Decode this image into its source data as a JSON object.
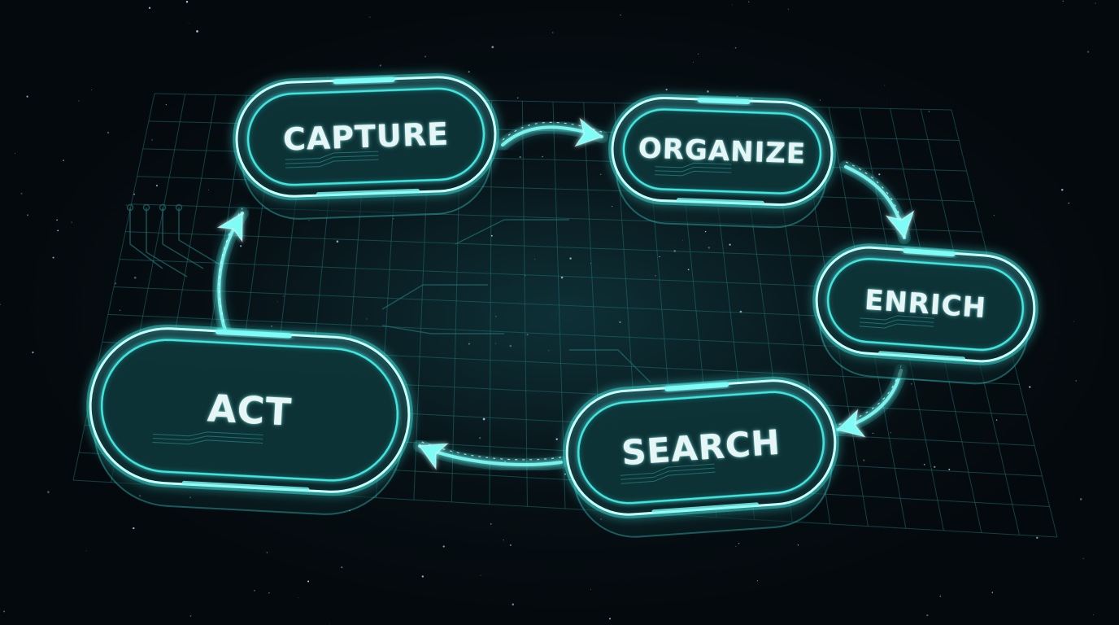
{
  "diagram": {
    "type": "cycle",
    "nodes": [
      {
        "id": "capture",
        "label": "CAPTURE"
      },
      {
        "id": "organize",
        "label": "ORGANIZE"
      },
      {
        "id": "enrich",
        "label": "ENRICH"
      },
      {
        "id": "search",
        "label": "SEARCH"
      },
      {
        "id": "act",
        "label": "ACT"
      }
    ],
    "edges": [
      {
        "from": "capture",
        "to": "organize"
      },
      {
        "from": "organize",
        "to": "enrich"
      },
      {
        "from": "enrich",
        "to": "search"
      },
      {
        "from": "search",
        "to": "act"
      },
      {
        "from": "act",
        "to": "capture"
      }
    ]
  },
  "theme": {
    "background": "#04090d",
    "accent": "#3fe6e0",
    "accent_glow": "#7ffcf6",
    "panel_fill": "#0d2a2f",
    "grid": "#1f6f70",
    "text": "#e6f6f6"
  }
}
